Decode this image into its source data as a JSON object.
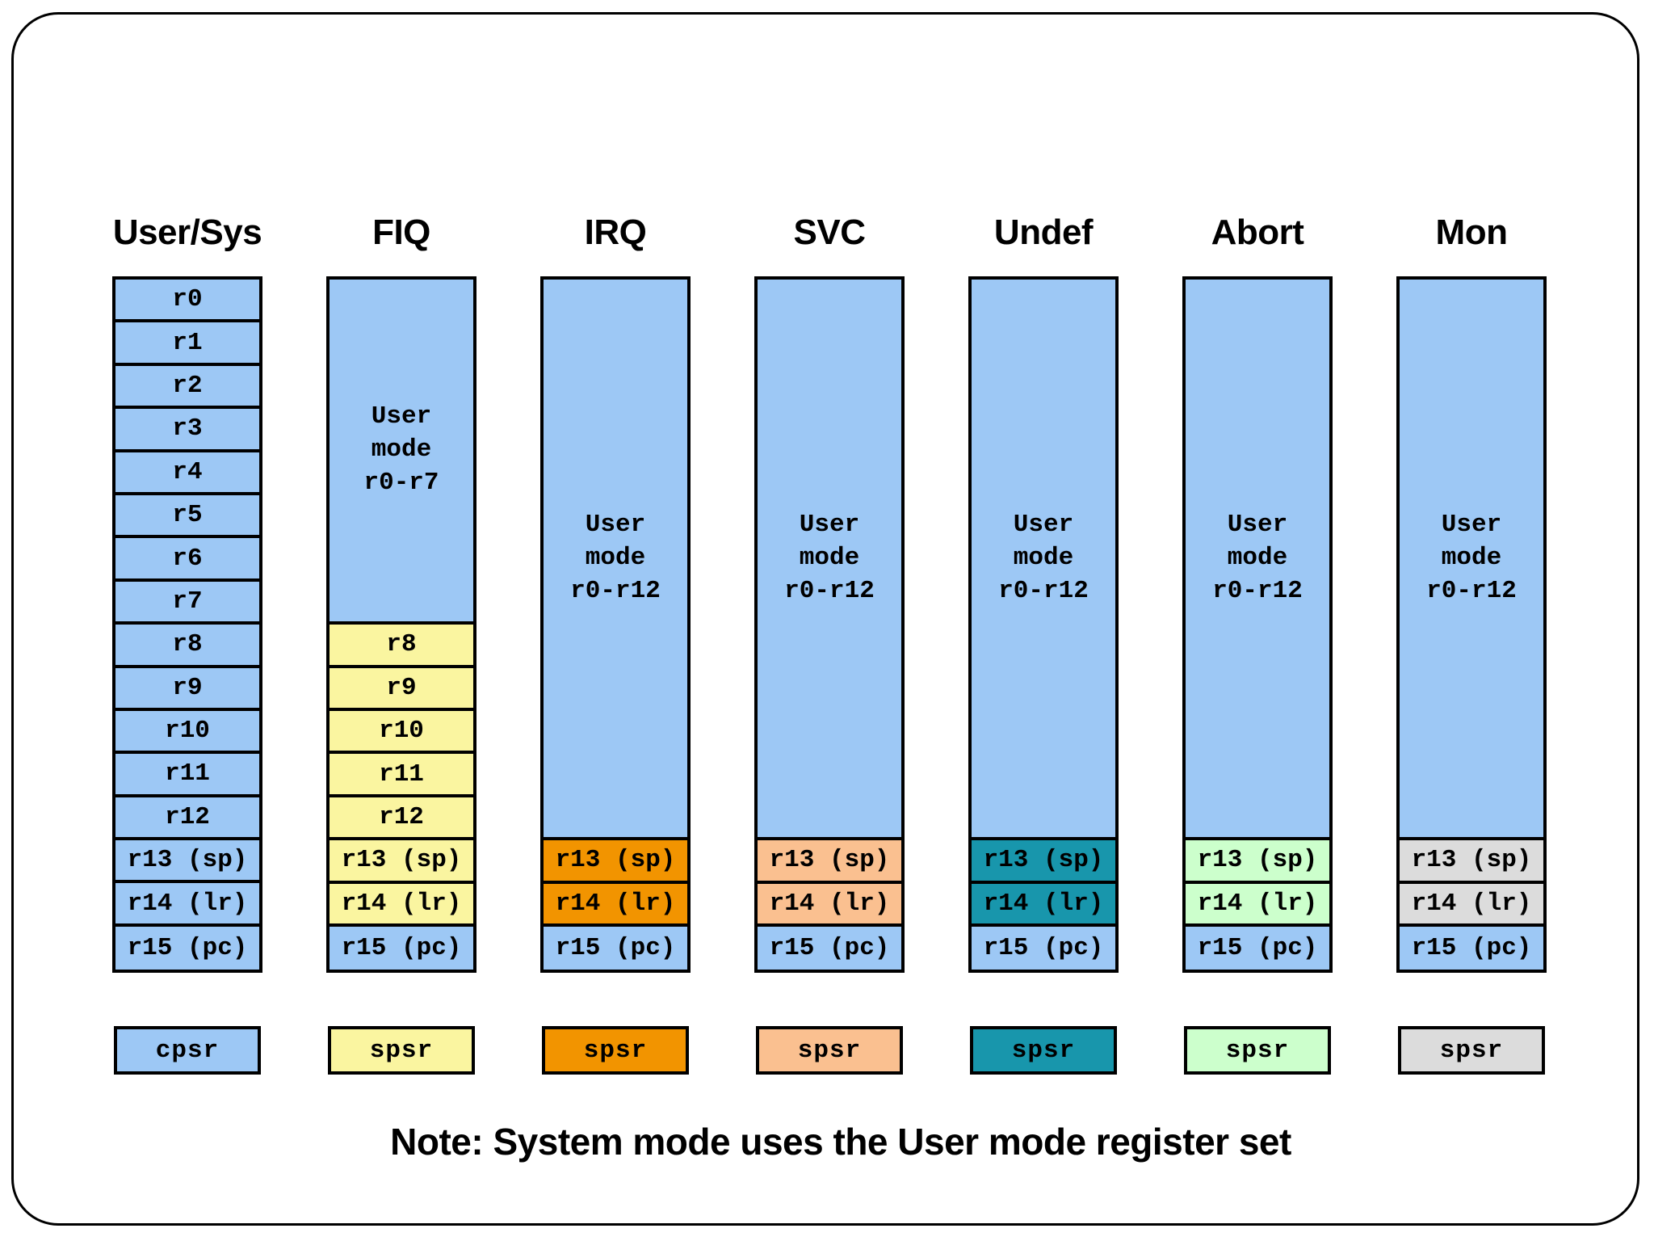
{
  "diagram": {
    "title_note": "Note: System mode uses the User mode register set",
    "palette": {
      "blue": "#9DC8F5",
      "yellow": "#FAF5A0",
      "orange": "#F29400",
      "peach": "#FAC090",
      "teal": "#1896AC",
      "green": "#CCFFCC",
      "gray": "#DCDCDC",
      "border": "#000000",
      "background": "#FFFFFF"
    },
    "columns": [
      {
        "header": "User/Sys",
        "psr_label": "cpsr",
        "psr_color": "#9DC8F5",
        "cells": [
          {
            "type": "single",
            "label": "r0",
            "color": "#9DC8F5"
          },
          {
            "type": "single",
            "label": "r1",
            "color": "#9DC8F5"
          },
          {
            "type": "single",
            "label": "r2",
            "color": "#9DC8F5"
          },
          {
            "type": "single",
            "label": "r3",
            "color": "#9DC8F5"
          },
          {
            "type": "single",
            "label": "r4",
            "color": "#9DC8F5"
          },
          {
            "type": "single",
            "label": "r5",
            "color": "#9DC8F5"
          },
          {
            "type": "single",
            "label": "r6",
            "color": "#9DC8F5"
          },
          {
            "type": "single",
            "label": "r7",
            "color": "#9DC8F5"
          },
          {
            "type": "single",
            "label": "r8",
            "color": "#9DC8F5"
          },
          {
            "type": "single",
            "label": "r9",
            "color": "#9DC8F5"
          },
          {
            "type": "single",
            "label": "r10",
            "color": "#9DC8F5"
          },
          {
            "type": "single",
            "label": "r11",
            "color": "#9DC8F5"
          },
          {
            "type": "single",
            "label": "r12",
            "color": "#9DC8F5"
          },
          {
            "type": "single",
            "label": "r13 (sp)",
            "color": "#9DC8F5"
          },
          {
            "type": "single",
            "label": "r14 (lr)",
            "color": "#9DC8F5"
          },
          {
            "type": "single",
            "label": "r15 (pc)",
            "color": "#9DC8F5"
          }
        ]
      },
      {
        "header": "FIQ",
        "psr_label": "spsr",
        "psr_color": "#FAF5A0",
        "cells": [
          {
            "type": "block",
            "lines": [
              "User",
              "mode",
              "r0-r7"
            ],
            "span": 8,
            "color": "#9DC8F5"
          },
          {
            "type": "single",
            "label": "r8",
            "color": "#FAF5A0"
          },
          {
            "type": "single",
            "label": "r9",
            "color": "#FAF5A0"
          },
          {
            "type": "single",
            "label": "r10",
            "color": "#FAF5A0"
          },
          {
            "type": "single",
            "label": "r11",
            "color": "#FAF5A0"
          },
          {
            "type": "single",
            "label": "r12",
            "color": "#FAF5A0"
          },
          {
            "type": "single",
            "label": "r13 (sp)",
            "color": "#FAF5A0"
          },
          {
            "type": "single",
            "label": "r14 (lr)",
            "color": "#FAF5A0"
          },
          {
            "type": "single",
            "label": "r15 (pc)",
            "color": "#9DC8F5"
          }
        ]
      },
      {
        "header": "IRQ",
        "psr_label": "spsr",
        "psr_color": "#F29400",
        "cells": [
          {
            "type": "block",
            "lines": [
              "User",
              "mode",
              "r0-r12"
            ],
            "span": 13,
            "color": "#9DC8F5"
          },
          {
            "type": "single",
            "label": "r13 (sp)",
            "color": "#F29400"
          },
          {
            "type": "single",
            "label": "r14 (lr)",
            "color": "#F29400"
          },
          {
            "type": "single",
            "label": "r15 (pc)",
            "color": "#9DC8F5"
          }
        ]
      },
      {
        "header": "SVC",
        "psr_label": "spsr",
        "psr_color": "#FAC090",
        "cells": [
          {
            "type": "block",
            "lines": [
              "User",
              "mode",
              "r0-r12"
            ],
            "span": 13,
            "color": "#9DC8F5"
          },
          {
            "type": "single",
            "label": "r13 (sp)",
            "color": "#FAC090"
          },
          {
            "type": "single",
            "label": "r14 (lr)",
            "color": "#FAC090"
          },
          {
            "type": "single",
            "label": "r15 (pc)",
            "color": "#9DC8F5"
          }
        ]
      },
      {
        "header": "Undef",
        "psr_label": "spsr",
        "psr_color": "#1896AC",
        "cells": [
          {
            "type": "block",
            "lines": [
              "User",
              "mode",
              "r0-r12"
            ],
            "span": 13,
            "color": "#9DC8F5"
          },
          {
            "type": "single",
            "label": "r13 (sp)",
            "color": "#1896AC"
          },
          {
            "type": "single",
            "label": "r14 (lr)",
            "color": "#1896AC"
          },
          {
            "type": "single",
            "label": "r15 (pc)",
            "color": "#9DC8F5"
          }
        ]
      },
      {
        "header": "Abort",
        "psr_label": "spsr",
        "psr_color": "#CCFFCC",
        "cells": [
          {
            "type": "block",
            "lines": [
              "User",
              "mode",
              "r0-r12"
            ],
            "span": 13,
            "color": "#9DC8F5"
          },
          {
            "type": "single",
            "label": "r13 (sp)",
            "color": "#CCFFCC"
          },
          {
            "type": "single",
            "label": "r14 (lr)",
            "color": "#CCFFCC"
          },
          {
            "type": "single",
            "label": "r15 (pc)",
            "color": "#9DC8F5"
          }
        ]
      },
      {
        "header": "Mon",
        "psr_label": "spsr",
        "psr_color": "#DCDCDC",
        "cells": [
          {
            "type": "block",
            "lines": [
              "User",
              "mode",
              "r0-r12"
            ],
            "span": 13,
            "color": "#9DC8F5"
          },
          {
            "type": "single",
            "label": "r13 (sp)",
            "color": "#DCDCDC"
          },
          {
            "type": "single",
            "label": "r14 (lr)",
            "color": "#DCDCDC"
          },
          {
            "type": "single",
            "label": "r15 (pc)",
            "color": "#9DC8F5"
          }
        ]
      }
    ]
  }
}
